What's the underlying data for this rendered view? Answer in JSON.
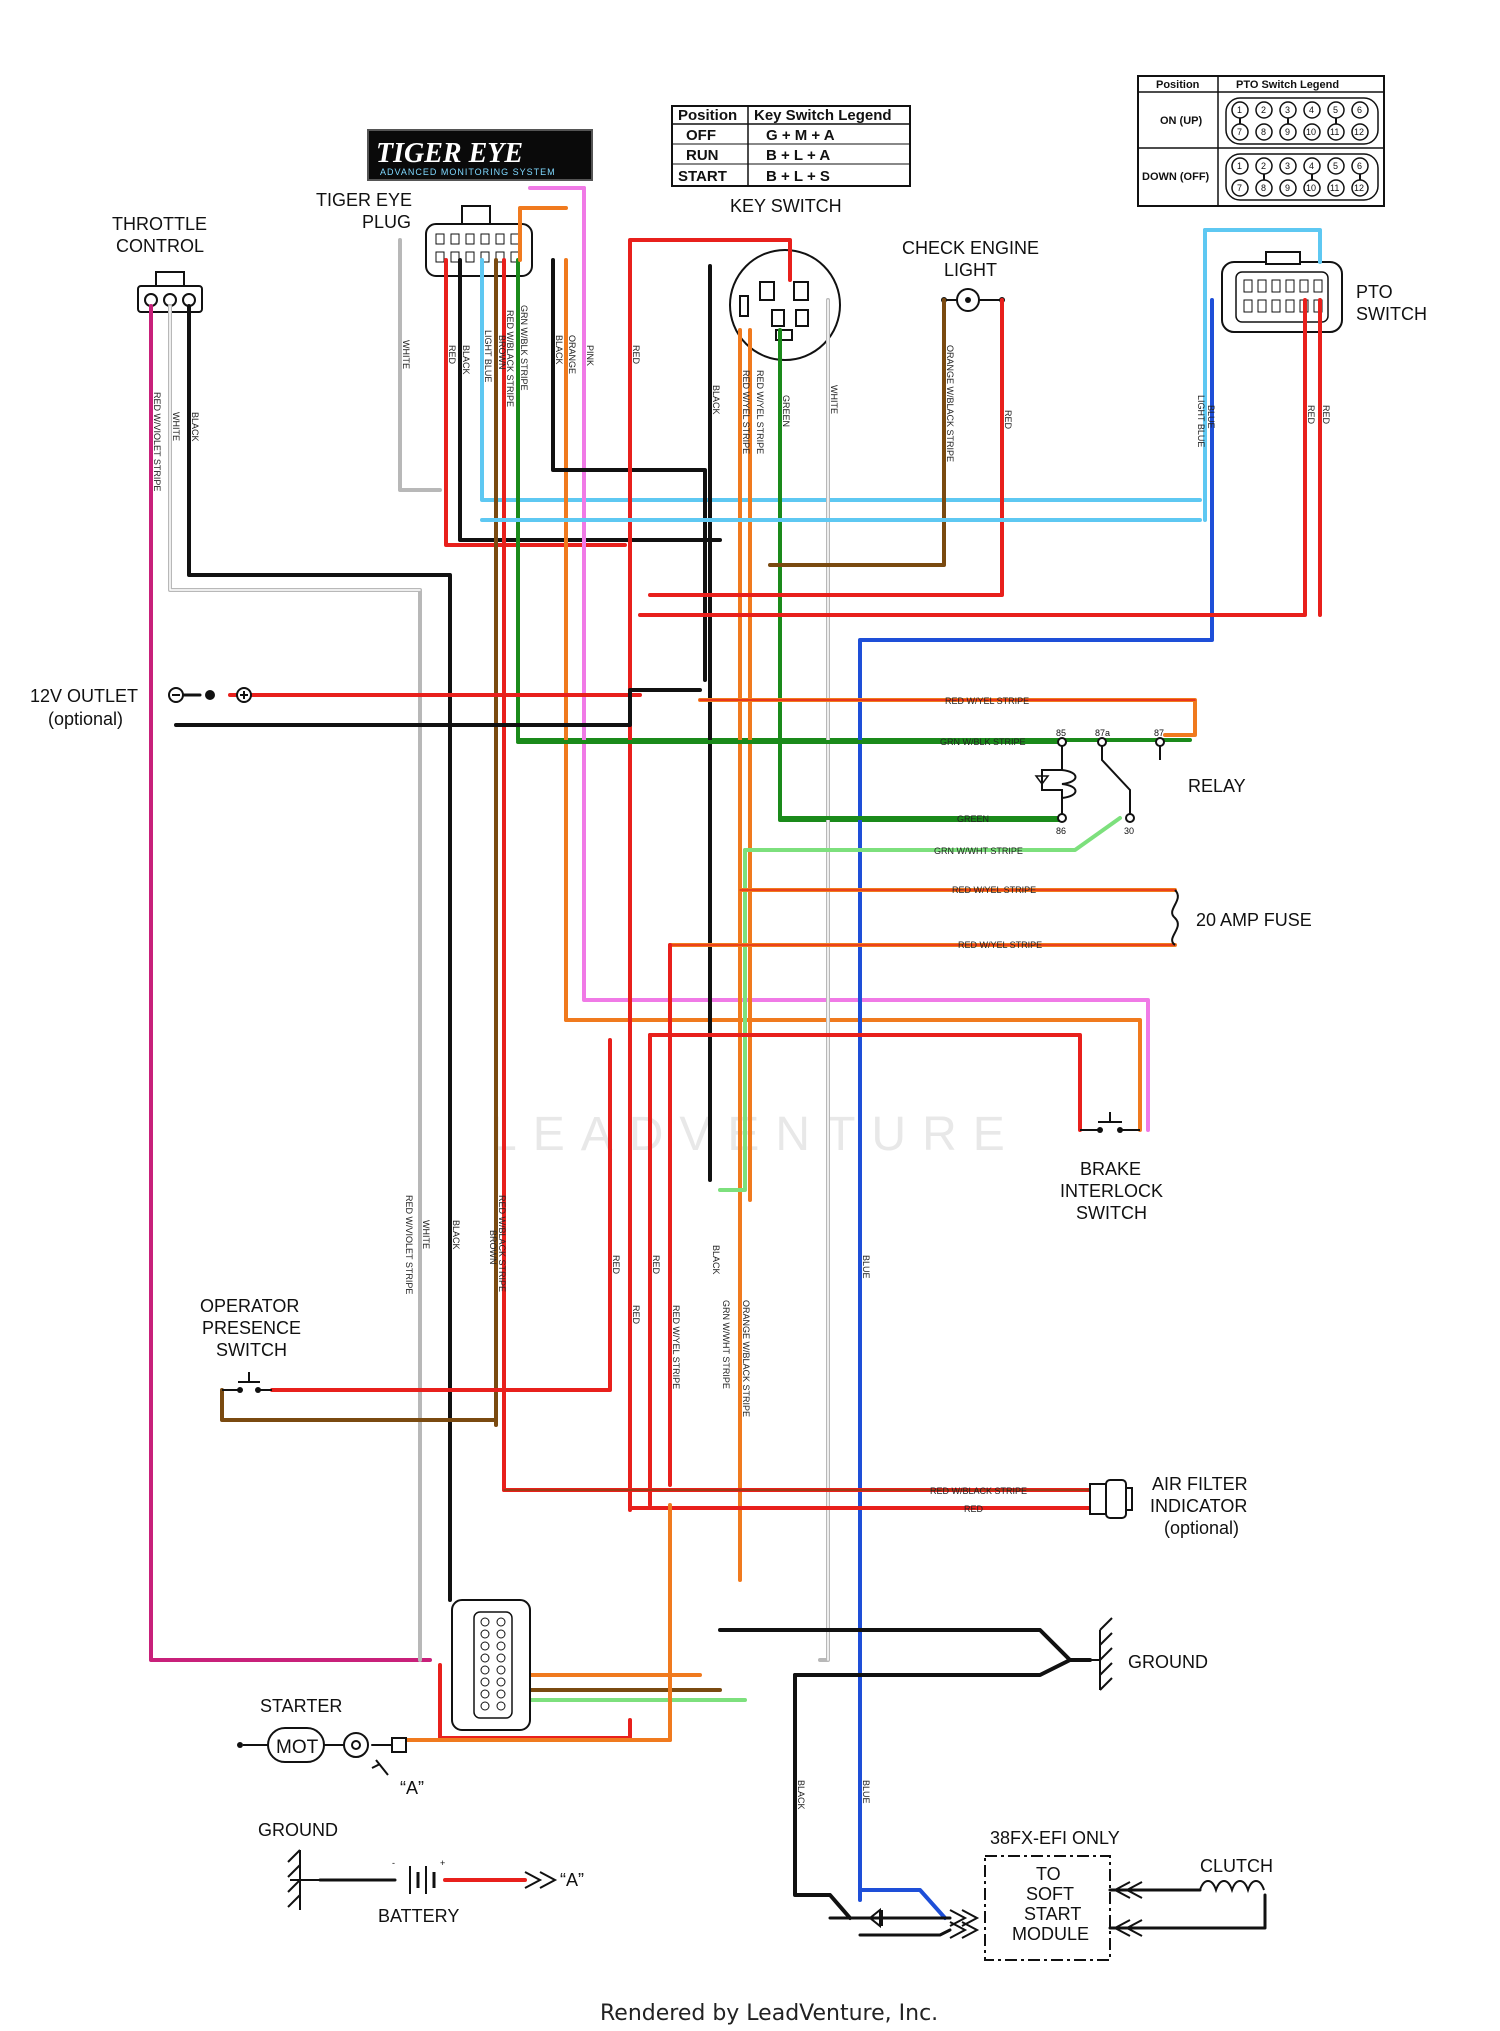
{
  "logo": {
    "main": "TIGER EYE",
    "sub": "ADVANCED MONITORING SYSTEM"
  },
  "components": {
    "tiger_eye_plug": [
      "TIGER EYE",
      "PLUG"
    ],
    "throttle_control": [
      "THROTTLE",
      "CONTROL"
    ],
    "key_switch": "KEY SWITCH",
    "check_engine_light": [
      "CHECK ENGINE",
      "LIGHT"
    ],
    "pto_switch": [
      "PTO",
      "SWITCH"
    ],
    "outlet_12v": [
      "12V OUTLET",
      "(optional)"
    ],
    "relay": "RELAY",
    "fuse_20a": "20 AMP FUSE",
    "brake_interlock": [
      "BRAKE",
      "INTERLOCK",
      "SWITCH"
    ],
    "operator_presence": [
      "OPERATOR",
      "PRESENCE",
      "SWITCH"
    ],
    "air_filter": [
      "AIR FILTER",
      "INDICATOR",
      "(optional)"
    ],
    "ground_right": "GROUND",
    "starter": "STARTER",
    "starter_symbol": "MOT",
    "starter_ref": "“A”",
    "ground_left": "GROUND",
    "battery": "BATTERY",
    "battery_ref": "“A”",
    "efi_label": "38FX-EFI ONLY",
    "soft_start": [
      "TO",
      "SOFT",
      "START",
      "MODULE"
    ],
    "clutch": "CLUTCH",
    "relay_pins": [
      "85",
      "87a",
      "87",
      "86",
      "30"
    ]
  },
  "key_switch_legend": {
    "headers": [
      "Position",
      "Key Switch Legend"
    ],
    "rows": [
      [
        "OFF",
        "G + M + A"
      ],
      [
        "RUN",
        "B + L + A"
      ],
      [
        "START",
        "B + L + S"
      ]
    ]
  },
  "pto_switch_legend": {
    "headers": [
      "Position",
      "PTO Switch Legend"
    ],
    "rows": [
      "ON (UP)",
      "DOWN (OFF)"
    ],
    "pins_top": [
      "1",
      "2",
      "3",
      "4",
      "5",
      "6"
    ],
    "pins_bottom": [
      "7",
      "8",
      "9",
      "10",
      "11",
      "12"
    ]
  },
  "wire_labels": {
    "white": "WHITE",
    "red": "RED",
    "black": "BLACK",
    "light_blue": "LIGHT BLUE",
    "brown": "BROWN",
    "red_black": "RED W/BLACK STRIPE",
    "grn_blk": "GRN W/BLK STRIPE",
    "orange": "ORANGE",
    "pink": "PINK",
    "red_violet": "RED W/VIOLET STRIPE",
    "red_yel": "RED W/YEL STRIPE",
    "green": "GREEN",
    "orange_black": "ORANGE W/BLACK STRIPE",
    "blue": "BLUE",
    "grn_wht": "GRN W/WHT STRIPE",
    "red_wyel": "RED W/YEL STRIPE"
  },
  "watermark": "LEADVENTURE",
  "footer": "Rendered by LeadVenture, Inc.",
  "colors": {
    "red": "#e8201c",
    "black": "#111111",
    "white_wire": "#b8b8b8",
    "green": "#1a8a1a",
    "light_green": "#7de07d",
    "orange": "#f07a1e",
    "pink": "#f07ae6",
    "blue": "#1e4fd8",
    "light_blue": "#5ec8f2",
    "brown": "#7a4a10",
    "violet": "#c8207a",
    "dark_orange": "#c05a00"
  }
}
